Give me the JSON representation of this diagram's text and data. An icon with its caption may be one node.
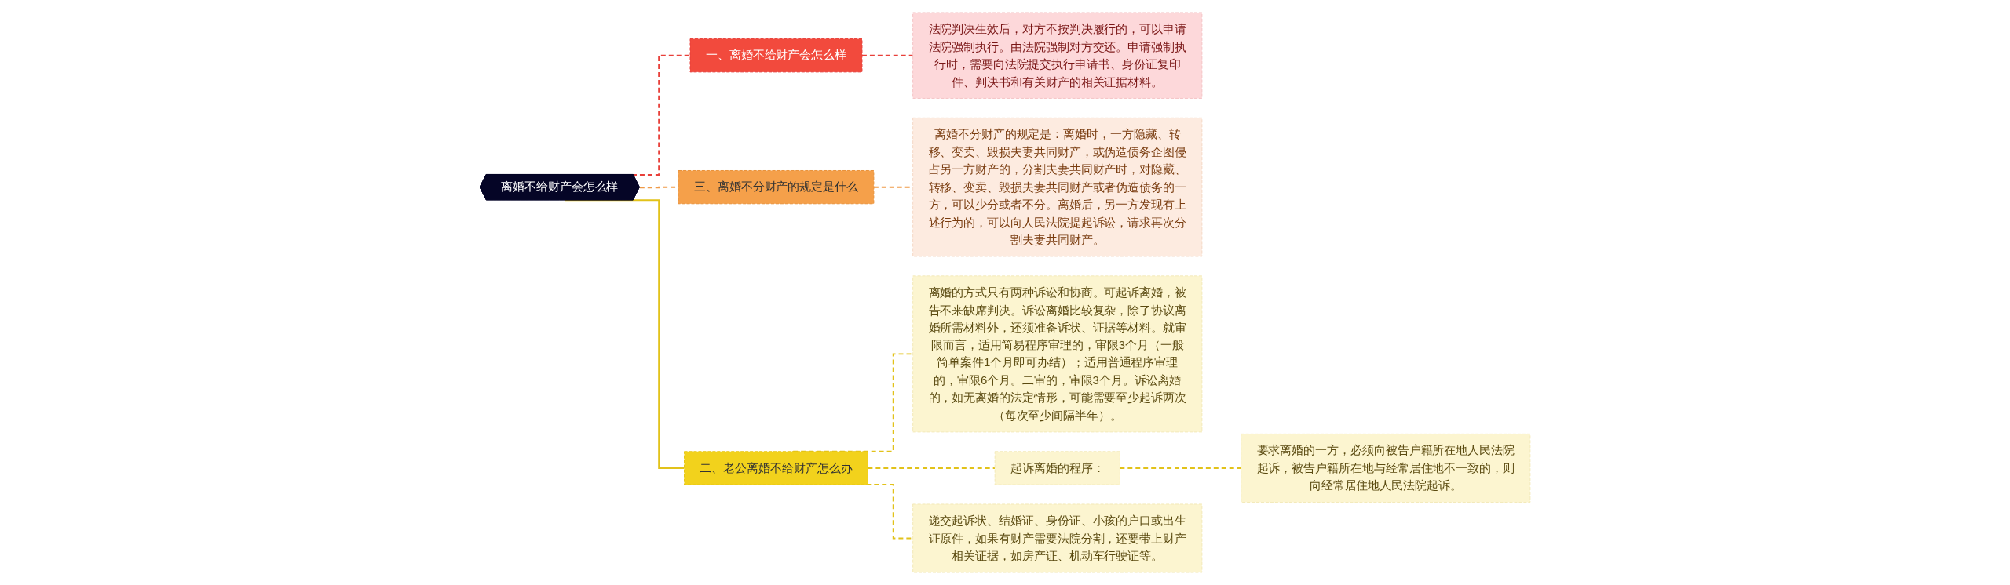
{
  "diagram": {
    "nodes": [
      {
        "text": [
          "离婚不给财产会怎么样"
        ]
      },
      {
        "text": [
          "一、离婚不给财产会怎么样"
        ]
      },
      {
        "text": [
          "法院判决生效后，对方不按判决履行的，可以申请法院强制执行。由法院强制对方交还。申请强制执行时，需要向法院提交执行申请书、身份证复印件、判决书和有关财产的相关证据材料。"
        ]
      },
      {
        "text": [
          "三、离婚不分财产的规定是什么"
        ]
      },
      {
        "text": [
          "离婚不分财产的规定是：离婚时，一方隐藏、转移、变卖、毁损夫妻共同财产，或伪造债务企图侵占另一方财产的，分割夫妻共同财产时，对隐藏、转移、变卖、毁损夫妻共同财产或者伪造债务的一方，可以少分或者不分。离婚后，另一方发现有上述行为的，可以向人民法院提起诉讼，请求再次分割夫妻共同财产。"
        ]
      },
      {
        "text": [
          "二、老公离婚不给财产怎么办"
        ]
      },
      {
        "text": [
          "离婚的方式只有两种诉讼和协商。可起诉离婚，被告不来缺席判决。诉讼离婚比较复杂，除了协议离婚所需材料外，还须准备诉状、证据等材料。就审限而言，适用简易程序审理的，审限3个月（一般简单案件1个月即可办结）；适用普通程序审理的，审限6个月。二审的，审限3个月。诉讼离婚的，如无离婚的法定情形，可能需要至少起诉两次（每次至少间隔半年）。"
        ]
      },
      {
        "text": [
          "起诉离婚的程序："
        ]
      },
      {
        "text": [
          "要求离婚的一方，必须向被告户籍所在地人民法院起诉，被告户籍所在地与经常居住地不一致的，则向经常居住地人民法院起诉。"
        ]
      },
      {
        "text": [
          "递交起诉状、结婚证、身份证、小孩的户口或出生证原件，如果有财产需要法院分割，还要带上财产相关证据，如房产证、机动车行驶证等。"
        ]
      }
    ],
    "edges": [
      {
        "from": 0,
        "to": 1,
        "arrow": "none",
        "style": "dashed",
        "color": "#e8403a"
      },
      {
        "from": 1,
        "to": 2,
        "arrow": "none",
        "style": "dashed",
        "color": "#e8403a"
      },
      {
        "from": 0,
        "to": 3,
        "arrow": "none",
        "style": "dashed",
        "color": "#ef9a48"
      },
      {
        "from": 3,
        "to": 4,
        "arrow": "none",
        "style": "dashed",
        "color": "#ef9a48"
      },
      {
        "from": 0,
        "to": 5,
        "arrow": "none"
      },
      {
        "from": 5,
        "to": 6,
        "arrow": "none",
        "style": "dashed"
      },
      {
        "from": 5,
        "to": 7,
        "arrow": "none",
        "style": "dashed"
      },
      {
        "from": 7,
        "to": 8,
        "arrow": "none",
        "style": "dashed"
      },
      {
        "from": 5,
        "to": 9,
        "arrow": "none",
        "style": "dashed"
      }
    ]
  }
}
